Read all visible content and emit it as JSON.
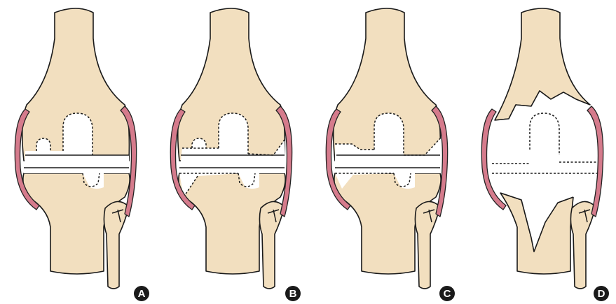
{
  "colors": {
    "bone": "#f2dfbf",
    "outline": "#1a1a1a",
    "ligament": "#d57b8c",
    "ligament_outline": "#222222",
    "defect": "#ffffff",
    "badge": "#1a1a1a",
    "badge_text": "#ffffff"
  },
  "panels": [
    {
      "label": "A",
      "type": "revision-knee-intact-bone"
    },
    {
      "label": "B",
      "type": "revision-knee-contained-defects"
    },
    {
      "label": "C",
      "type": "revision-knee-uncontained-defects"
    },
    {
      "label": "D",
      "type": "revision-knee-massive-bone-loss"
    }
  ]
}
